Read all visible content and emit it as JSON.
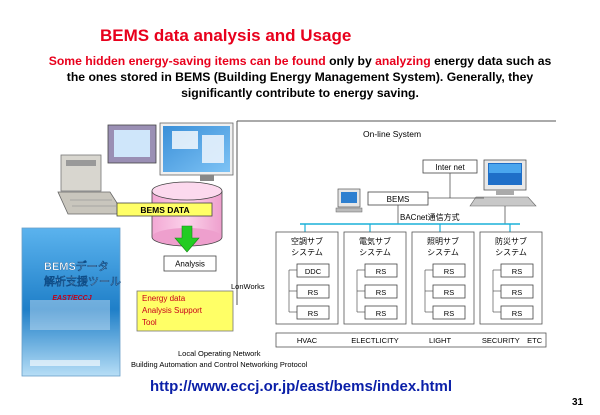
{
  "header": {
    "title": "BEMS data analysis and Usage",
    "subtitle": {
      "p1": "Some hidden energy-saving items can be found",
      "p2": " only by ",
      "p3": "analyzing",
      "p4": " energy data such as the ones stored in BEMS (Building Energy Management System). Generally, they significantly contribute to energy saving."
    }
  },
  "diagram": {
    "online_system": "On-line System",
    "internet": "Inter net",
    "bems": "BEMS",
    "bacnet": "BACnet通信方式",
    "bems_data": "BEMS DATA",
    "analysis": "Analysis",
    "tool_label": "Energy data Analysis Support Tool",
    "lonworks": "LonWorks",
    "book": {
      "title_line1": "BEMSデータ",
      "title_line2": "解析支援ツール",
      "subtitle": "EAST/ECCJ"
    },
    "subsystems": [
      {
        "name_line1": "空調サブ",
        "name_line2": "システム",
        "items": [
          "DDC",
          "RS",
          "RS"
        ],
        "bottom_label": "HVAC"
      },
      {
        "name_line1": "電気サブ",
        "name_line2": "システム",
        "items": [
          "RS",
          "RS",
          "RS"
        ],
        "bottom_label": "ELECTLICITY"
      },
      {
        "name_line1": "照明サブ",
        "name_line2": "システム",
        "items": [
          "RS",
          "RS",
          "RS"
        ],
        "bottom_label": "LIGHT"
      },
      {
        "name_line1": "防災サブ",
        "name_line2": "システム",
        "items": [
          "RS",
          "RS",
          "RS"
        ],
        "bottom_label": "SECURITY　ETC"
      }
    ],
    "lon_line1": "Local Operating Network",
    "lon_line2": "Building Automation and Control Networking Protocol"
  },
  "footer": {
    "url": "http://www.eccj.or.jp/east/bems/index.html",
    "page_number": "31"
  },
  "colors": {
    "title_red": "#e8001c",
    "url_blue": "#0a1fa8",
    "cylinder_pink": "#f7bedf",
    "arrow_green": "#22cc22",
    "tool_yellow": "#ffff66",
    "book_blue": "#2f8fd4"
  }
}
